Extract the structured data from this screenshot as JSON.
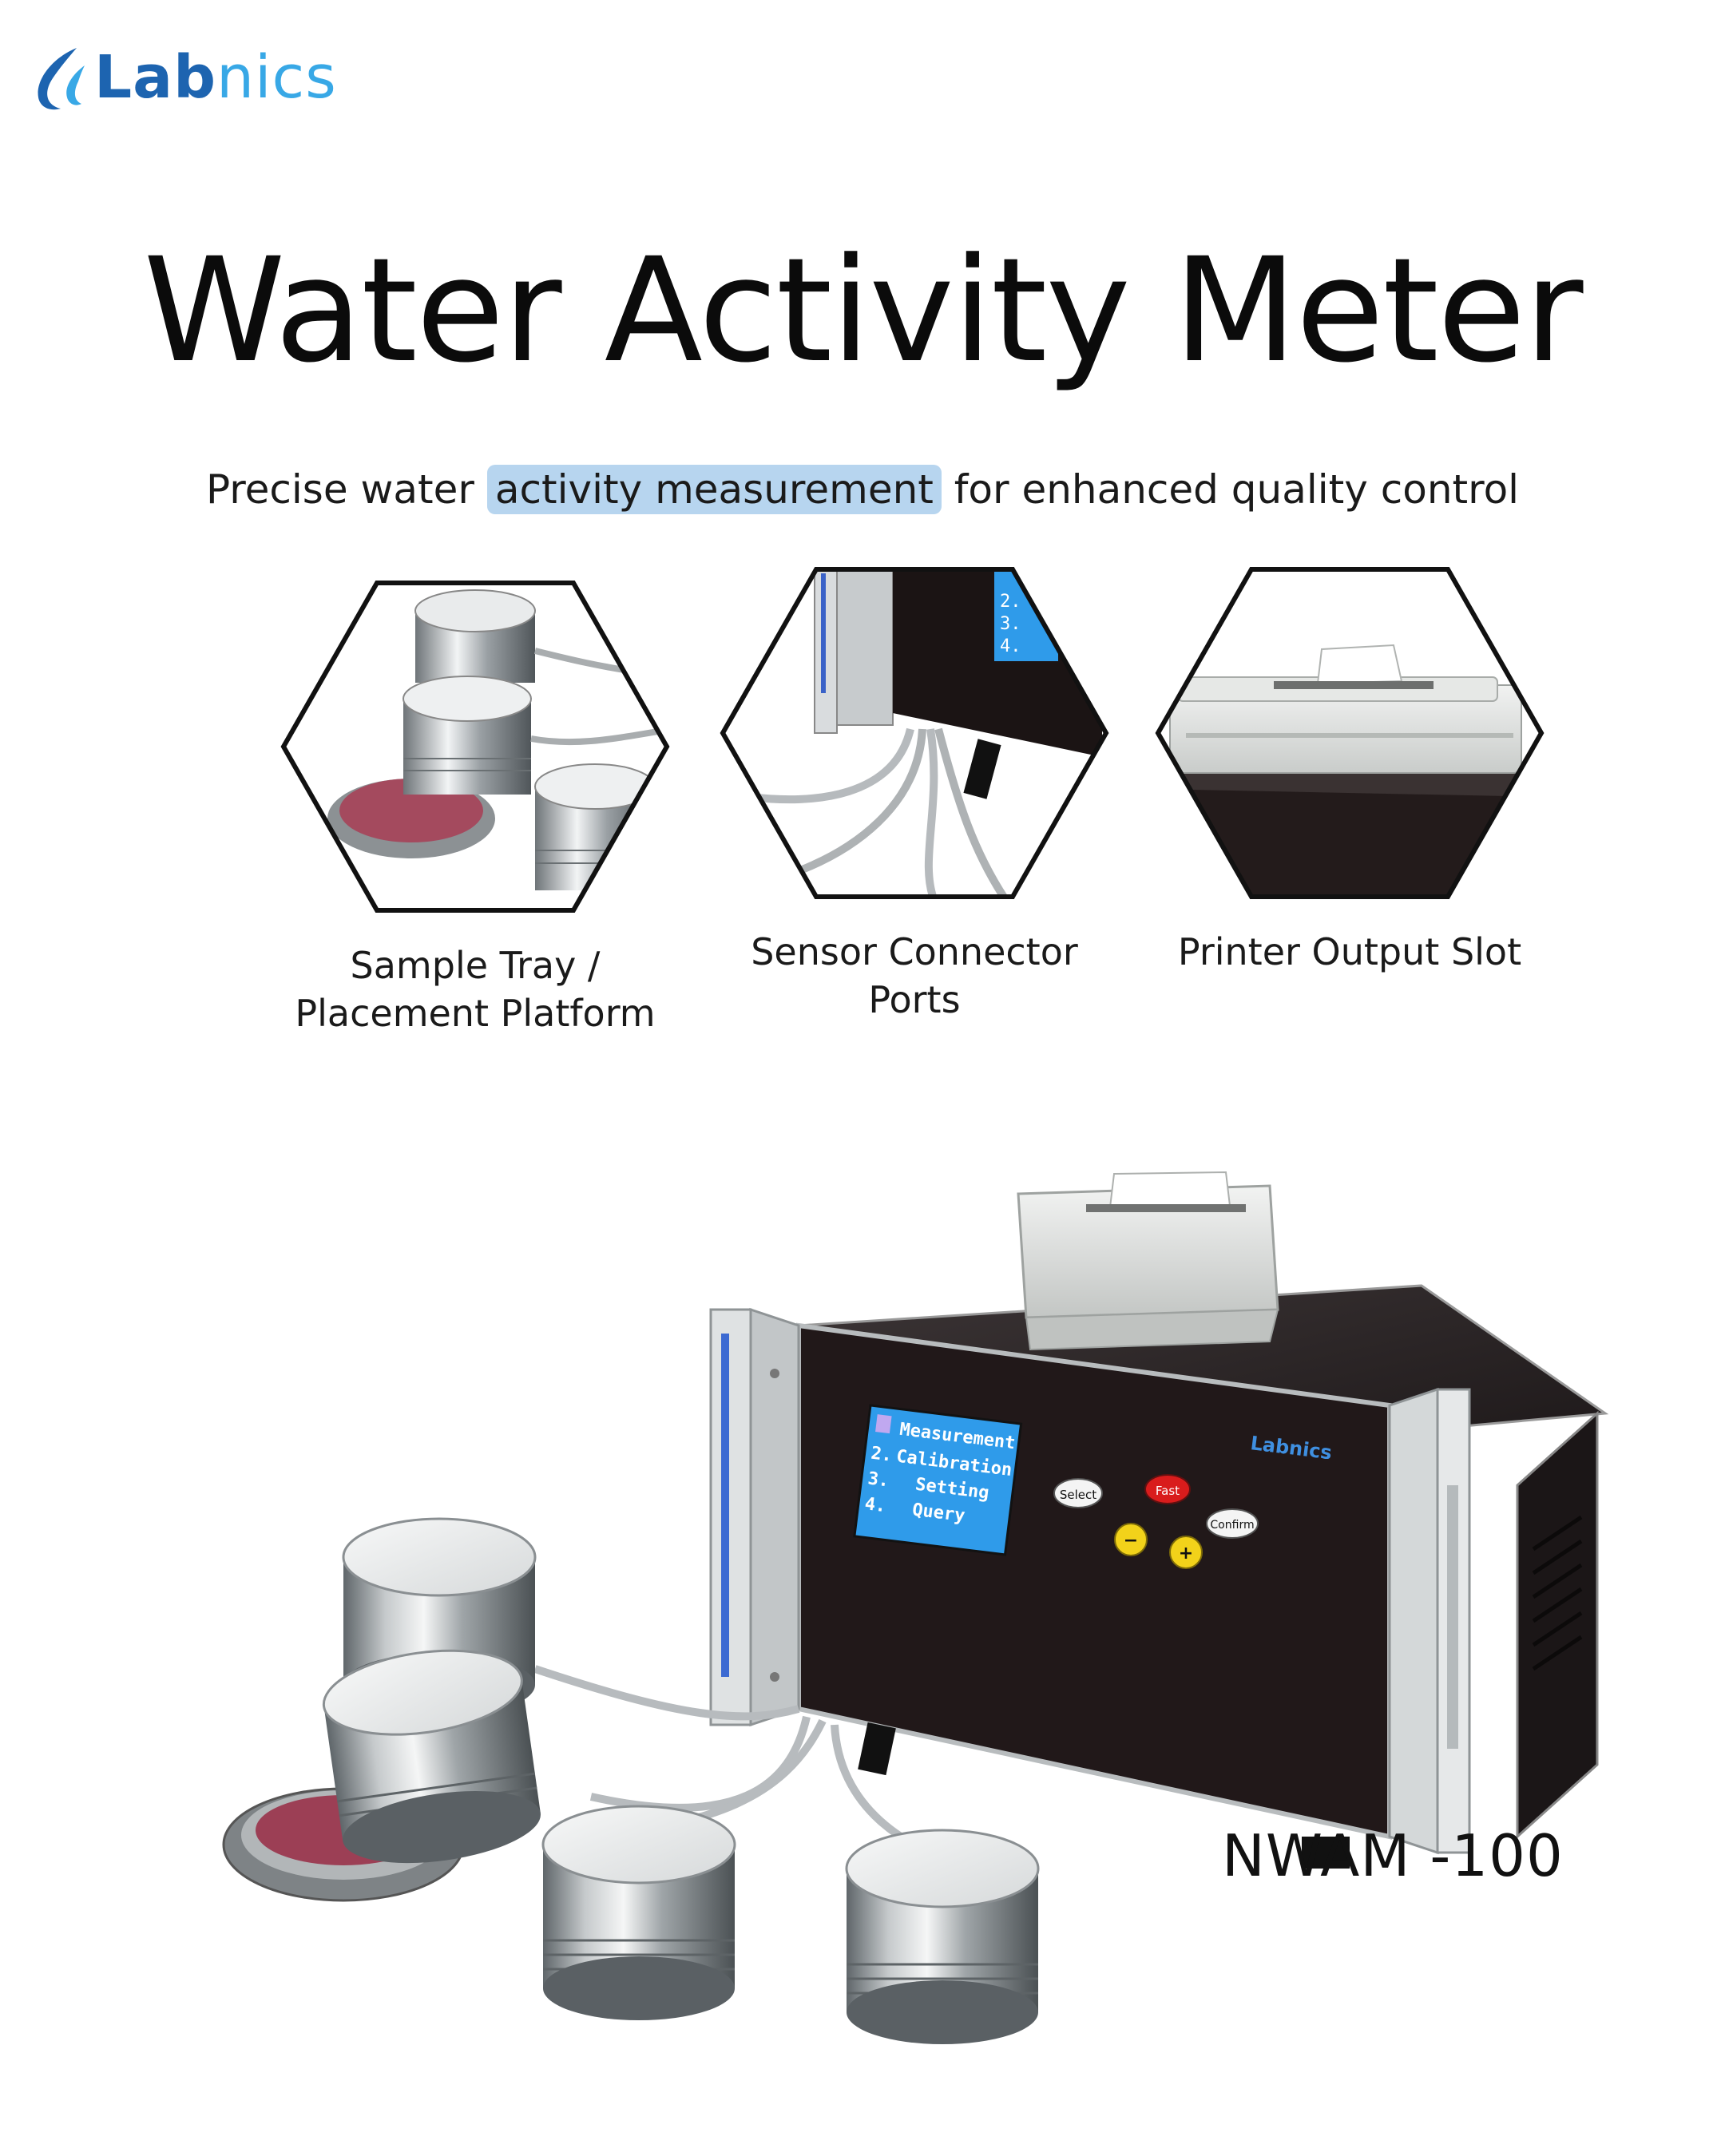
{
  "brand": {
    "name_strong": "Lab",
    "name_light": "nics",
    "colors": {
      "strong": "#1d64b0",
      "light": "#38a8e6"
    }
  },
  "header": {
    "title": "Water Activity Meter",
    "subtitle_before": "Precise water ",
    "subtitle_highlight": "activity measurement",
    "subtitle_after": " for enhanced quality control",
    "highlight_color": "#b7d5ef"
  },
  "features": [
    {
      "icon": "sample-tray-icon",
      "line1": "Sample Tray /",
      "line2": "Placement Platform"
    },
    {
      "icon": "sensor-ports-icon",
      "line1": "Sensor Connector",
      "line2": "Ports"
    },
    {
      "icon": "printer-slot-icon",
      "line1": "Printer Output Slot",
      "line2": ""
    }
  ],
  "device": {
    "screen_lines": [
      "Measurement",
      "Calibration",
      "Setting",
      "Query"
    ],
    "screen_numbers": [
      "2.",
      "3.",
      "4."
    ],
    "buttons": {
      "select": "Select",
      "fast": "Fast",
      "confirm": "Confirm",
      "minus": "−",
      "plus": "+"
    },
    "panel_logo": "Labnics",
    "screen_color": "#2f9bea"
  },
  "model": "NWAM -100"
}
